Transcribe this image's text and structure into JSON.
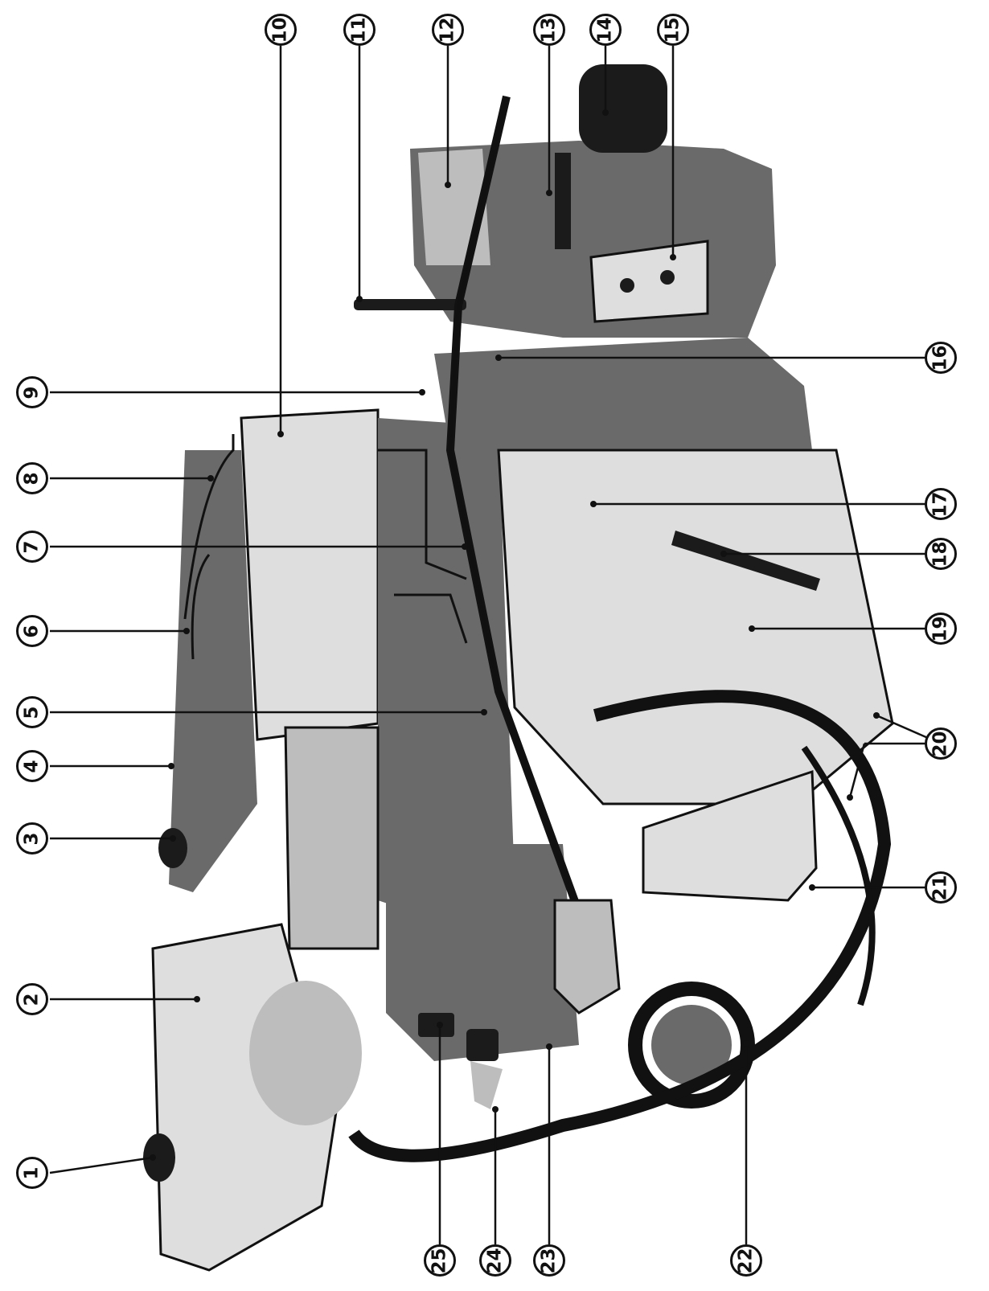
{
  "figure": {
    "callouts": [
      {
        "id": 1,
        "label": "1"
      },
      {
        "id": 2,
        "label": "2"
      },
      {
        "id": 3,
        "label": "3"
      },
      {
        "id": 4,
        "label": "4"
      },
      {
        "id": 5,
        "label": "5"
      },
      {
        "id": 6,
        "label": "6"
      },
      {
        "id": 7,
        "label": "7"
      },
      {
        "id": 8,
        "label": "8"
      },
      {
        "id": 9,
        "label": "9"
      },
      {
        "id": 10,
        "label": "10"
      },
      {
        "id": 11,
        "label": "11"
      },
      {
        "id": 12,
        "label": "12"
      },
      {
        "id": 13,
        "label": "13"
      },
      {
        "id": 14,
        "label": "14"
      },
      {
        "id": 15,
        "label": "15"
      },
      {
        "id": 16,
        "label": "16"
      },
      {
        "id": 17,
        "label": "17"
      },
      {
        "id": 18,
        "label": "18"
      },
      {
        "id": 19,
        "label": "19"
      },
      {
        "id": 20,
        "label": "20"
      },
      {
        "id": 21,
        "label": "21"
      },
      {
        "id": 22,
        "label": "22"
      },
      {
        "id": 23,
        "label": "23"
      },
      {
        "id": 24,
        "label": "24"
      },
      {
        "id": 25,
        "label": "25"
      }
    ]
  }
}
